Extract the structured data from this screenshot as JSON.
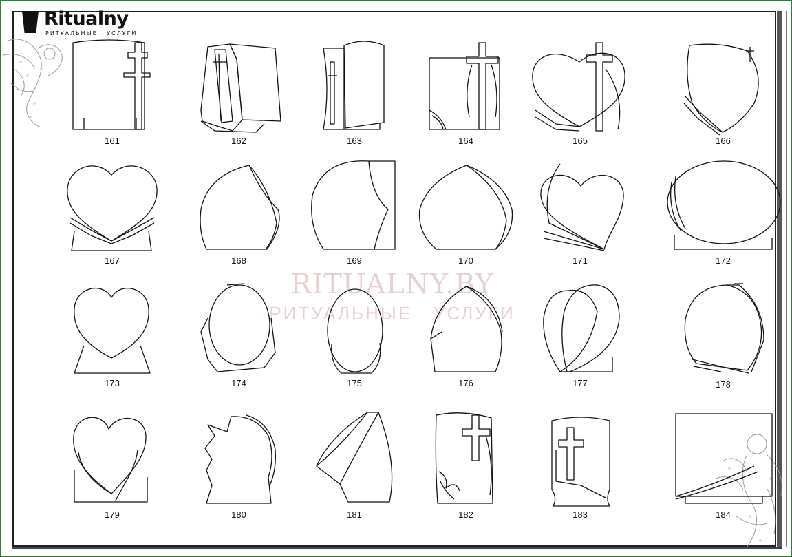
{
  "logo": {
    "name": "Ritualny",
    "subtitle": "РИТУАЛЬНЫЕ   УСЛУГИ"
  },
  "watermark": {
    "title": "RITUALNY.BY",
    "subtitle": "РИТУАЛЬНЫЕ   УСЛУГИ"
  },
  "colors": {
    "line": "#111111",
    "frame": "#2f7d3a",
    "watermark": "#e9d0d0"
  },
  "models": [
    {
      "number": "161",
      "shape": "arched-slab-with-orthodox-cross"
    },
    {
      "number": "162",
      "shape": "open-book-with-cross"
    },
    {
      "number": "163",
      "shape": "concave-slab-with-side-panel"
    },
    {
      "number": "164",
      "shape": "slab-with-draped-cross"
    },
    {
      "number": "165",
      "shape": "heart-book-with-cross"
    },
    {
      "number": "166",
      "shape": "shield-with-small-cross"
    },
    {
      "number": "167",
      "shape": "heart-on-pages"
    },
    {
      "number": "168",
      "shape": "flame-teardrop"
    },
    {
      "number": "169",
      "shape": "rounded-wave-with-panel"
    },
    {
      "number": "170",
      "shape": "onion-dome"
    },
    {
      "number": "171",
      "shape": "heart-with-pages"
    },
    {
      "number": "172",
      "shape": "oval-with-pages"
    },
    {
      "number": "173",
      "shape": "heart-on-base"
    },
    {
      "number": "174",
      "shape": "oval-rock"
    },
    {
      "number": "175",
      "shape": "tall-oval"
    },
    {
      "number": "176",
      "shape": "pointed-arch-rock"
    },
    {
      "number": "177",
      "shape": "double-teardrop"
    },
    {
      "number": "178",
      "shape": "round-with-pages"
    },
    {
      "number": "179",
      "shape": "heart-with-swooshes"
    },
    {
      "number": "180",
      "shape": "torn-rock"
    },
    {
      "number": "181",
      "shape": "sail-shape"
    },
    {
      "number": "182",
      "shape": "slab-with-crucifix-and-flowers"
    },
    {
      "number": "183",
      "shape": "arched-slab-with-cross"
    },
    {
      "number": "184",
      "shape": "square-with-pages"
    }
  ]
}
